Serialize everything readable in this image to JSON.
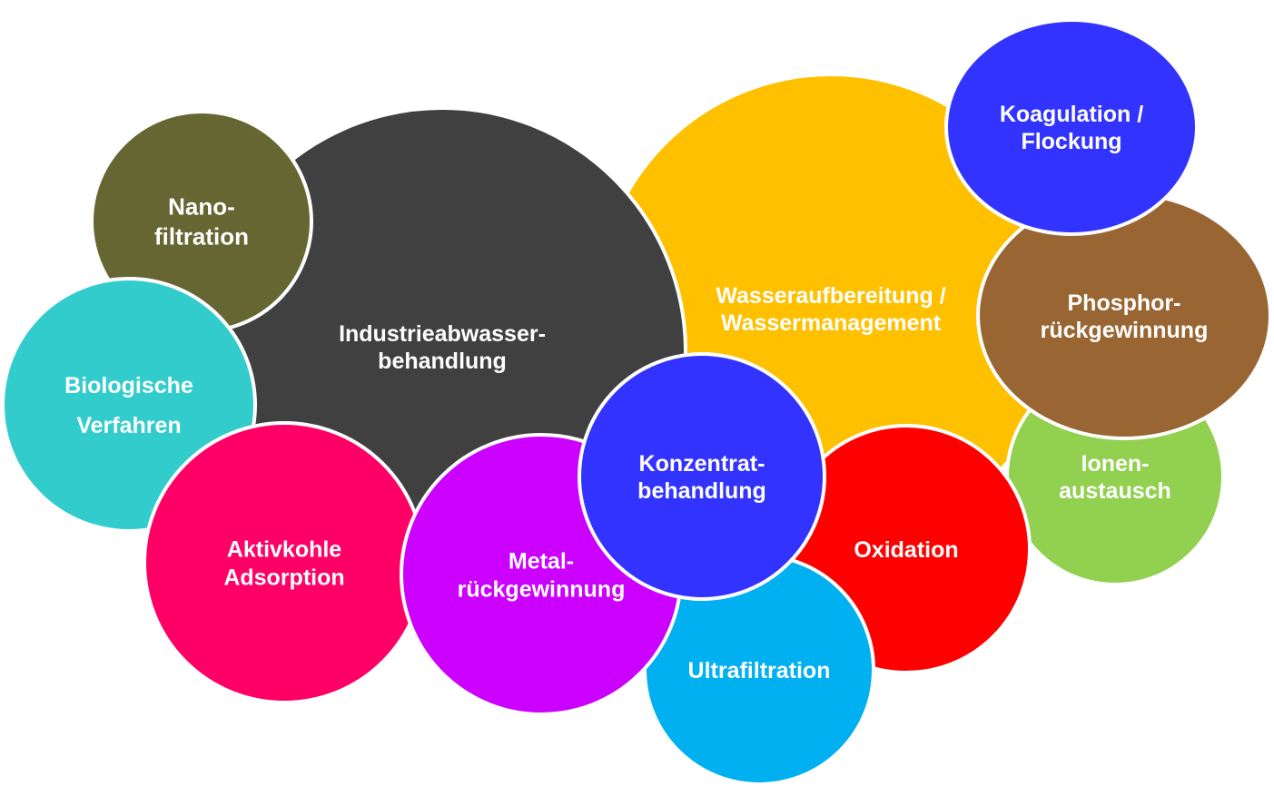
{
  "bubbles": [
    {
      "id": "wasseraufbereitung",
      "lines": [
        "Wasseraufbereitung /",
        "Wassermanagement"
      ],
      "color": "#FFC000"
    },
    {
      "id": "industrieabwasser",
      "lines": [
        "Industrieabwasser-",
        "behandlung"
      ],
      "color": "#404040"
    },
    {
      "id": "nanofiltration",
      "lines": [
        "Nano-",
        "filtration"
      ],
      "color": "#666633"
    },
    {
      "id": "biologische-verfahren",
      "lines": [
        "Biologische",
        "Verfahren"
      ],
      "color": "#33CCCC"
    },
    {
      "id": "aktivkohle-adsorption",
      "lines": [
        "Aktivkohle",
        "Adsorption"
      ],
      "color": "#FF0066"
    },
    {
      "id": "ionenaustausch",
      "lines": [
        "Ionen-",
        "austausch"
      ],
      "color": "#92D050"
    },
    {
      "id": "phosphorrueckgewinnung",
      "lines": [
        "Phosphor-",
        "rückgewinnung"
      ],
      "color": "#996633"
    },
    {
      "id": "koagulation-flockung",
      "lines": [
        "Koagulation /",
        "Flockung"
      ],
      "color": "#3333FF"
    },
    {
      "id": "oxidation",
      "lines": [
        "Oxidation"
      ],
      "color": "#FF0000"
    },
    {
      "id": "ultrafiltration",
      "lines": [
        "Ultrafiltration"
      ],
      "color": "#00B0F0"
    },
    {
      "id": "metallrueckgewinnung",
      "lines": [
        "Metal-",
        "rückgewinnung"
      ],
      "color": "#CC00FF"
    },
    {
      "id": "konzentratbehandlung",
      "lines": [
        "Konzentrat-",
        "behandlung"
      ],
      "color": "#3333FF"
    }
  ]
}
